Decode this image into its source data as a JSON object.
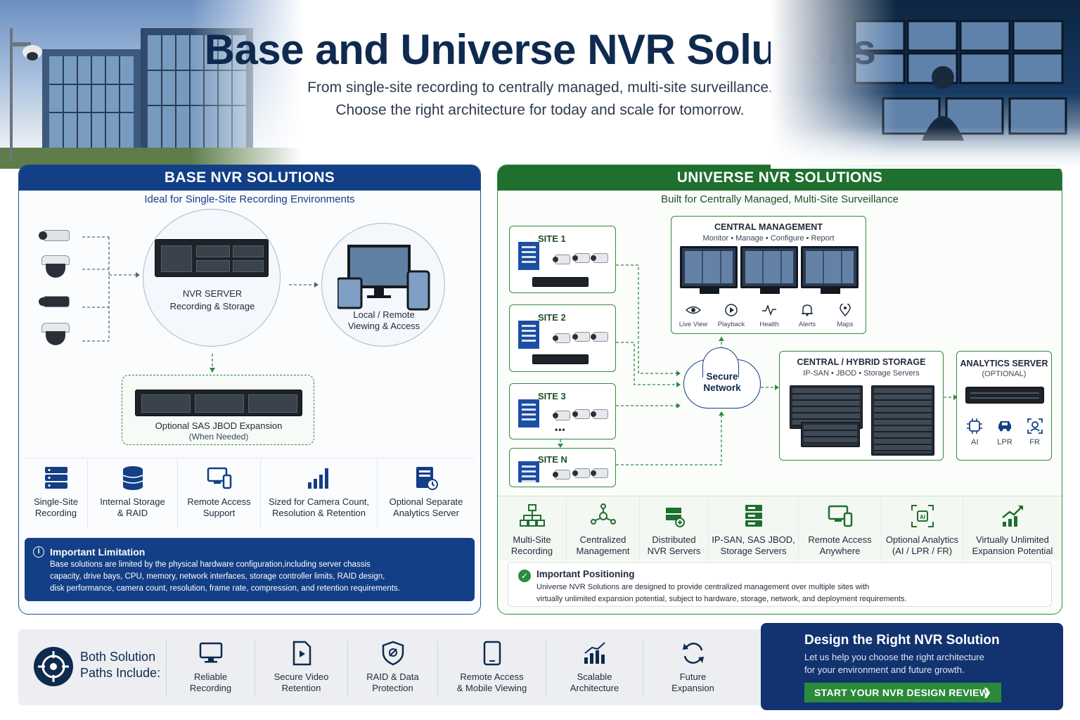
{
  "header": {
    "title": "Base and Universe NVR Solutions",
    "subtitle_line1": "From single-site recording to centrally managed, multi-site surveillance.",
    "subtitle_line2": "Choose the right architecture for today and scale for tomorrow."
  },
  "base": {
    "heading": "BASE NVR SOLUTIONS",
    "tagline": "Ideal for Single-Site Recording Environments",
    "server_label_1": "NVR SERVER",
    "server_label_2": "Recording & Storage",
    "viewing_label_1": "Local / Remote",
    "viewing_label_2": "Viewing & Access",
    "jbod_label_1": "Optional SAS JBOD Expansion",
    "jbod_label_2": "(When Needed)",
    "features": [
      {
        "l1": "Single-Site",
        "l2": "Recording",
        "icon": "server-stack-icon"
      },
      {
        "l1": "Internal Storage",
        "l2": "& RAID",
        "icon": "database-icon"
      },
      {
        "l1": "Remote Access",
        "l2": "Support",
        "icon": "devices-icon"
      },
      {
        "l1": "Sized for Camera Count,",
        "l2": "Resolution & Retention",
        "icon": "bar-chart-icon"
      },
      {
        "l1": "Optional Separate",
        "l2": "Analytics Server",
        "icon": "analytics-server-icon"
      }
    ],
    "limitation_title": "Important Limitation",
    "limitation_l1": "Base solutions are limited by the physical hardware configuration,including server chassis",
    "limitation_l2": "capacity, drive bays, CPU, memory, network interfaces, storage controller limits, RAID design,",
    "limitation_l3": "disk performance, camera count, resolution, frame rate, compression, and retention requirements."
  },
  "universe": {
    "heading": "UNIVERSE NVR SOLUTIONS",
    "tagline": "Built for Centrally Managed, Multi-Site Surveillance",
    "sites": [
      "SITE 1",
      "SITE 2",
      "SITE 3",
      "SITE N"
    ],
    "ellipsis": "•••",
    "central_title": "CENTRAL MANAGEMENT",
    "central_sub": "Monitor • Manage • Configure • Report",
    "central_tools": [
      {
        "label": "Live View",
        "icon": "eye-icon"
      },
      {
        "label": "Playback",
        "icon": "play-icon"
      },
      {
        "label": "Health",
        "icon": "pulse-icon"
      },
      {
        "label": "Alerts",
        "icon": "bell-icon"
      },
      {
        "label": "Maps",
        "icon": "map-pin-icon"
      }
    ],
    "network_l1": "Secure",
    "network_l2": "Network",
    "storage_title": "CENTRAL / HYBRID STORAGE",
    "storage_sub": "IP-SAN • JBOD • Storage Servers",
    "analytics_title": "ANALYTICS SERVER",
    "analytics_sub": "(OPTIONAL)",
    "analytics_tools": [
      {
        "label": "AI",
        "icon": "chip-icon"
      },
      {
        "label": "LPR",
        "icon": "car-icon"
      },
      {
        "label": "FR",
        "icon": "face-scan-icon"
      }
    ],
    "features": [
      {
        "l1": "Multi-Site",
        "l2": "Recording",
        "icon": "hierarchy-icon"
      },
      {
        "l1": "Centralized",
        "l2": "Management",
        "icon": "network-nodes-icon"
      },
      {
        "l1": "Distributed",
        "l2": "NVR Servers",
        "icon": "distributed-servers-icon"
      },
      {
        "l1": "IP-SAN, SAS JBOD,",
        "l2": "Storage Servers",
        "icon": "storage-stack-icon"
      },
      {
        "l1": "Remote Access",
        "l2": "Anywhere",
        "icon": "devices-icon"
      },
      {
        "l1": "Optional Analytics",
        "l2": "(AI / LPR / FR)",
        "icon": "ai-scan-icon"
      },
      {
        "l1": "Virtually Unlimited",
        "l2": "Expansion Potential",
        "icon": "growth-chart-icon"
      }
    ],
    "positioning_title": "Important Positioning",
    "positioning_l1": "Universe NVR Solutions are designed to provide centralized management over multiple sites with",
    "positioning_l2": "virtually unlimited expansion potential, subject to hardware, storage, network, and deployment requirements."
  },
  "bottom": {
    "both_l1": "Both Solution",
    "both_l2": "Paths Include:",
    "features": [
      {
        "l1": "Reliable",
        "l2": "Recording",
        "icon": "monitor-icon"
      },
      {
        "l1": "Secure Video",
        "l2": "Retention",
        "icon": "video-file-icon"
      },
      {
        "l1": "RAID & Data",
        "l2": "Protection",
        "icon": "shield-icon"
      },
      {
        "l1": "Remote Access",
        "l2": "& Mobile Viewing",
        "icon": "tablet-icon"
      },
      {
        "l1": "Scalable",
        "l2": "Architecture",
        "icon": "scalable-chart-icon"
      },
      {
        "l1": "Future",
        "l2": "Expansion",
        "icon": "refresh-icon"
      }
    ]
  },
  "cta": {
    "title": "Design the Right NVR Solution",
    "text_l1": "Let us help you choose the right architecture",
    "text_l2": "for your environment and future growth.",
    "button": "START YOUR NVR DESIGN REVIEW",
    "button_icon": "chevron-right-icon"
  },
  "colors": {
    "base_blue": "#123f86",
    "universe_green": "#1f6f2f",
    "title_navy": "#0f2a4f",
    "cta_green": "#2b8a3a"
  }
}
